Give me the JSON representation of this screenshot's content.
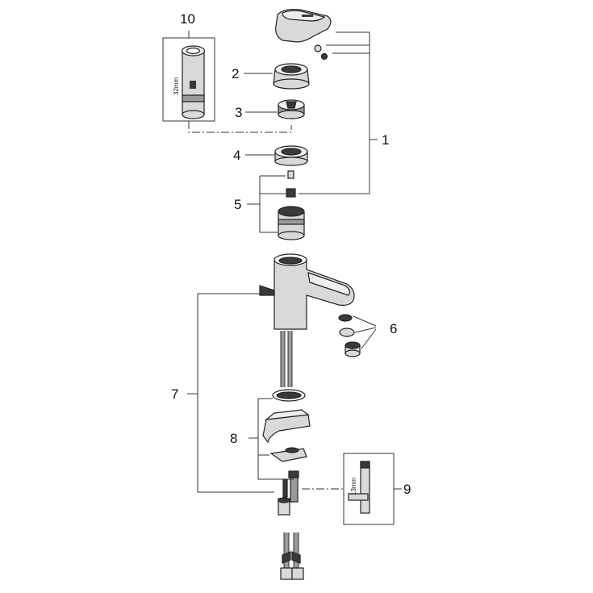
{
  "diagram": {
    "callouts": [
      {
        "id": "1",
        "label": "1"
      },
      {
        "id": "2",
        "label": "2"
      },
      {
        "id": "3",
        "label": "3"
      },
      {
        "id": "4",
        "label": "4"
      },
      {
        "id": "5",
        "label": "5"
      },
      {
        "id": "6",
        "label": "6"
      },
      {
        "id": "7",
        "label": "7"
      },
      {
        "id": "8",
        "label": "8"
      },
      {
        "id": "9",
        "label": "9"
      },
      {
        "id": "10",
        "label": "10"
      }
    ],
    "dimensions": {
      "tool_10": "32mm",
      "tool_9": "13mm"
    }
  }
}
